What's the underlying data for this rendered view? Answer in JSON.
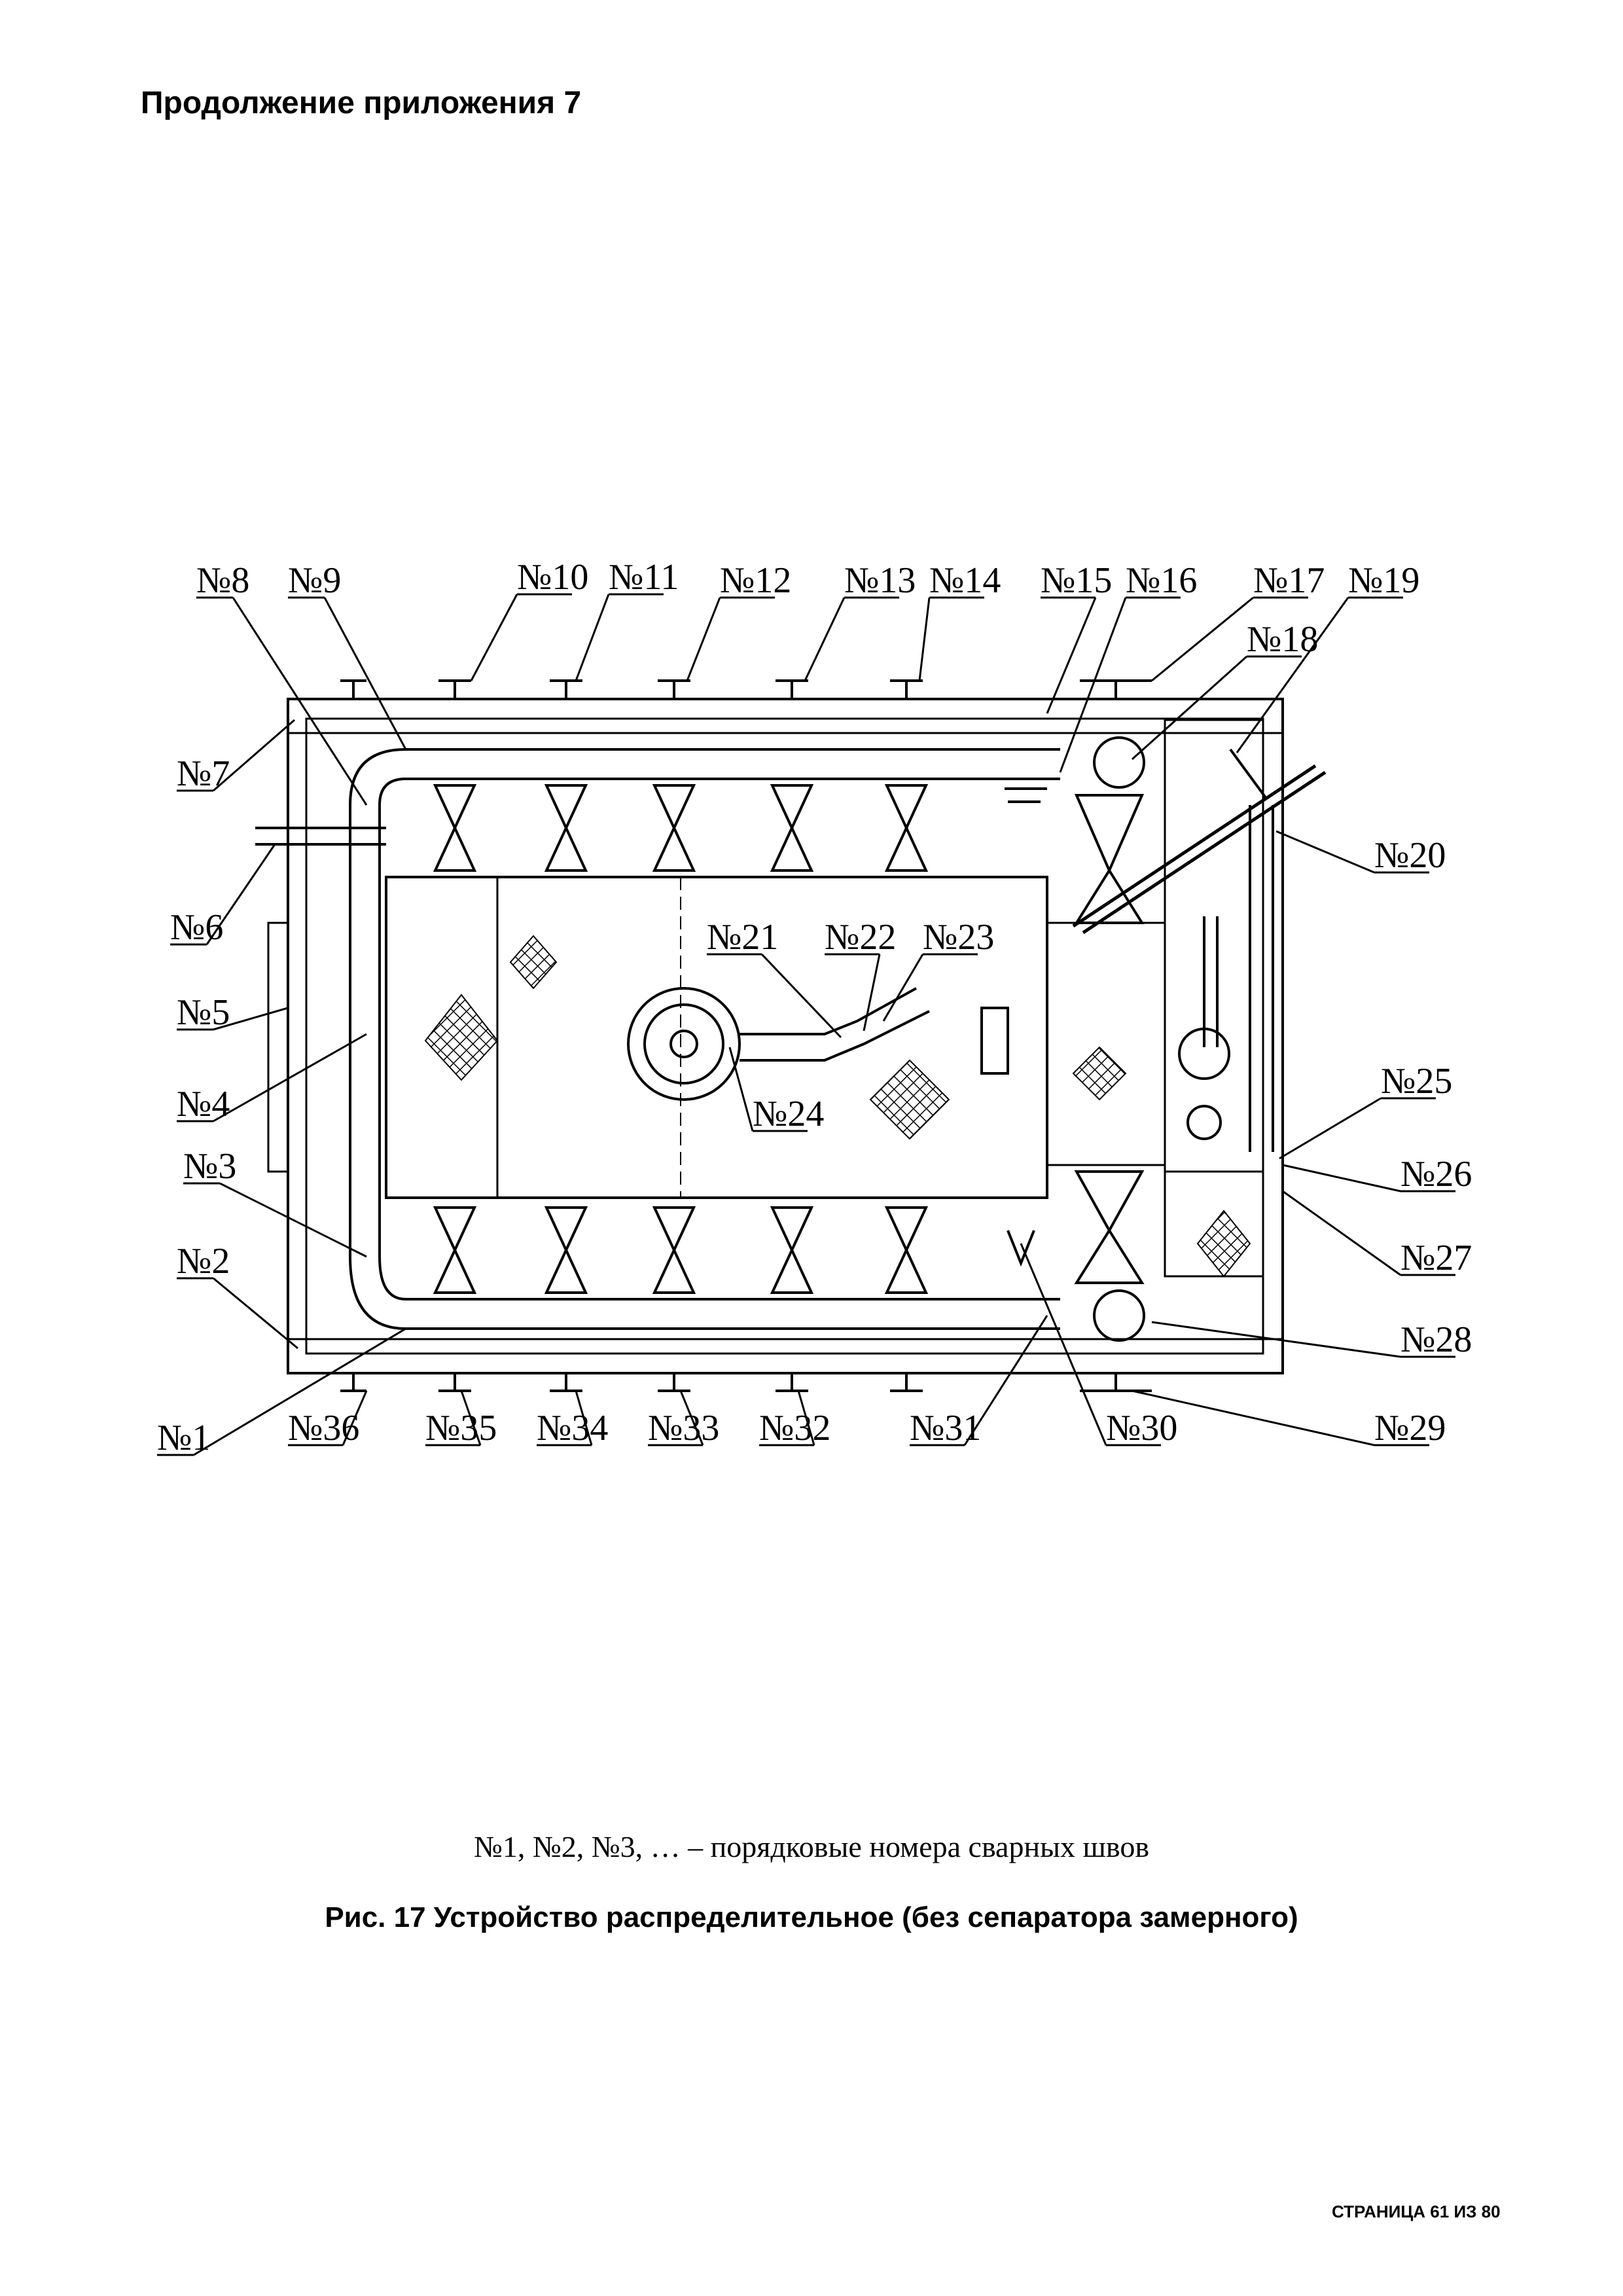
{
  "page": {
    "heading": "Продолжение приложения 7",
    "legend": "№1, №2,  №3, …  – порядковые номера сварных швов",
    "caption": "Рис. 17 Устройство распределительное (без сепаратора замерного)",
    "footer": "СТРАНИЦА 61 ИЗ 80"
  },
  "weld_labels": [
    "№1",
    "№2",
    "№3",
    "№4",
    "№5",
    "№6",
    "№7",
    "№8",
    "№9",
    "№10",
    "№11",
    "№12",
    "№13",
    "№14",
    "№15",
    "№16",
    "№17",
    "№18",
    "№19",
    "№20",
    "№21",
    "№22",
    "№23",
    "№24",
    "№25",
    "№26",
    "№27",
    "№28",
    "№29",
    "№30",
    "№31",
    "№32",
    "№33",
    "№34",
    "№35",
    "№36"
  ]
}
